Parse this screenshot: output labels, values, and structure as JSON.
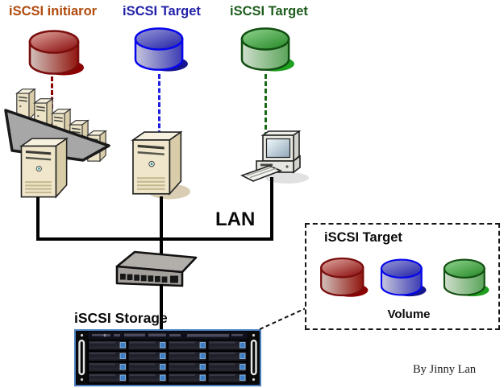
{
  "nodes": {
    "initiator": {
      "label": "iSCSI initiaror",
      "color": "#B0490B",
      "disk_color": "#8B0000"
    },
    "target_blue": {
      "label": "iSCSI Target",
      "color": "#2121A8",
      "disk_color": "#0000EE"
    },
    "target_green": {
      "label": "iSCSI Target",
      "color": "#1C5C1C",
      "disk_color": "#1E7A1E"
    }
  },
  "network": {
    "lan_label": "LAN"
  },
  "storage": {
    "label": "iSCSI Storage",
    "border_color": "#4A7EBB",
    "drive_rows": 4,
    "drive_columns": 4
  },
  "target_box": {
    "title": "iSCSI Target",
    "volume_label": "Volume",
    "disks": [
      "red",
      "blue",
      "green"
    ]
  },
  "credit": "By Jinny Lan",
  "icons": {
    "initiator_disk": "red-cylinder-disk-icon",
    "target_blue_disk": "blue-cylinder-disk-icon",
    "target_green_disk": "green-cylinder-disk-icon",
    "initiator_device": "server-cluster-icon",
    "target_blue_device": "tower-server-icon",
    "target_green_device": "desktop-computer-icon",
    "switch": "network-switch-icon",
    "storage_device": "storage-array-icon"
  },
  "colors": {
    "line": "#000000",
    "platform_gray": "#A7A7A7",
    "server_beige": "#EFE6CB"
  }
}
